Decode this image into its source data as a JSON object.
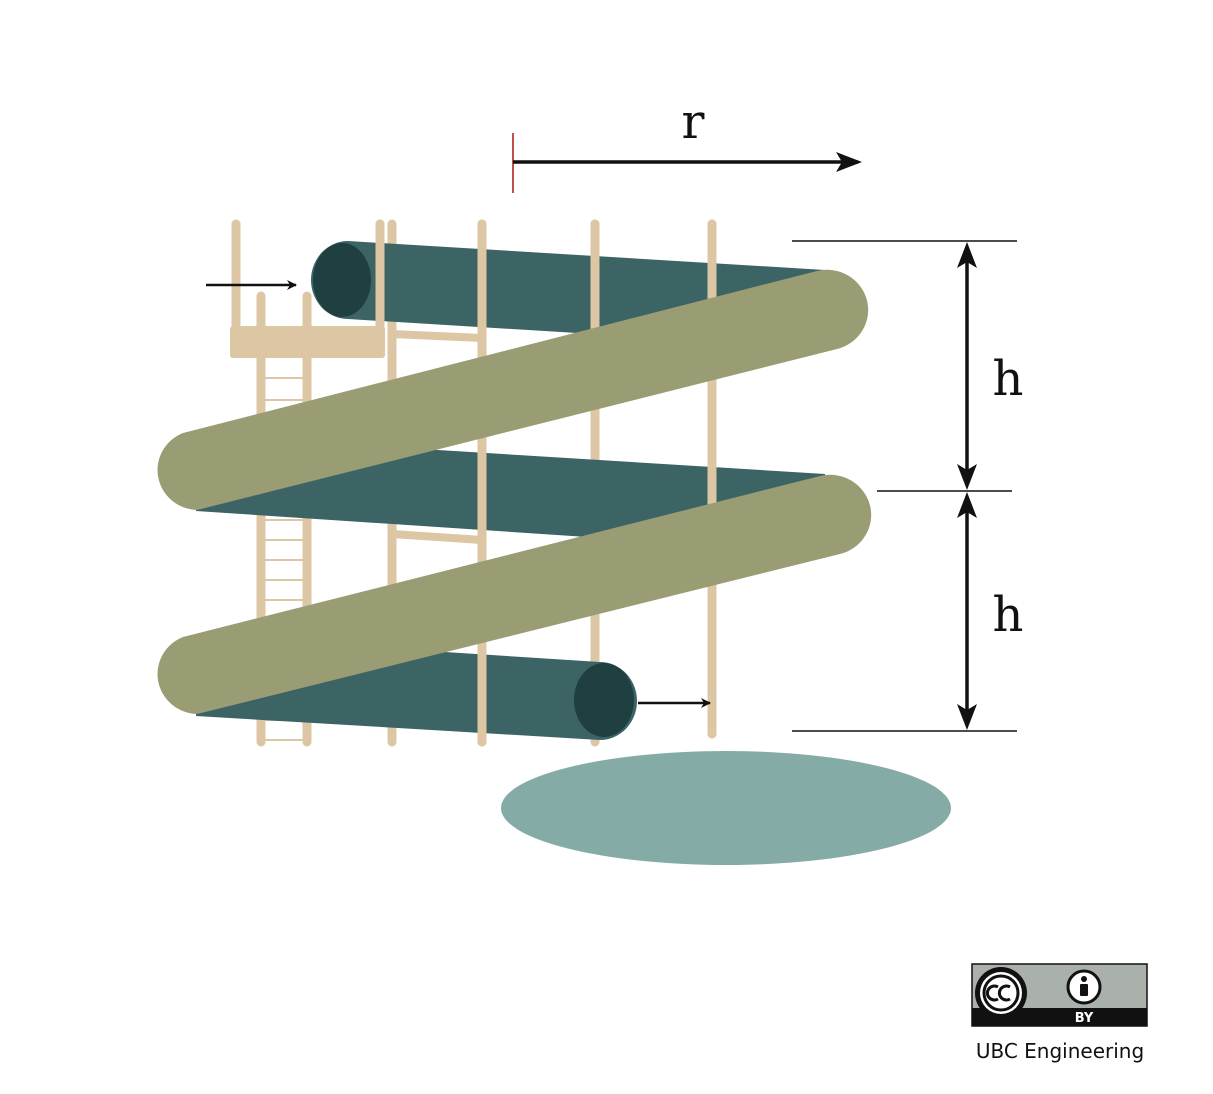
{
  "diagram": {
    "radius_label": "r",
    "pitch_label_upper": "h",
    "pitch_label_lower": "h"
  },
  "license": {
    "badge_text": "BY",
    "credit": "UBC Engineering"
  },
  "colors": {
    "slide_back": "#3c6465",
    "slide_end": "#1f3f41",
    "slide_front": "#9a9c74",
    "scaffold": "#dcc6a3",
    "pool": "#85aba7",
    "center_mark": "#c0504d",
    "ink": "#111111",
    "badge_grey": "#aab0aa"
  }
}
